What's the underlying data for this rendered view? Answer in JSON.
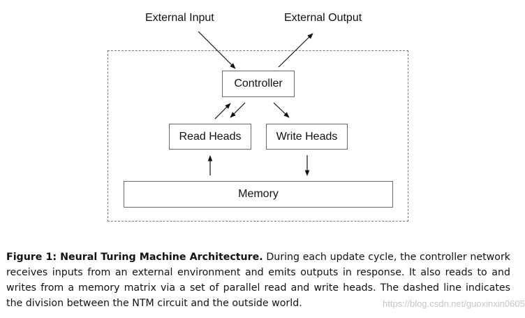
{
  "diagram": {
    "external_input": "External Input",
    "external_output": "External Output",
    "controller": "Controller",
    "read_heads": "Read Heads",
    "write_heads": "Write Heads",
    "memory": "Memory"
  },
  "caption": {
    "label": "Figure 1: Neural Turing Machine Architecture.",
    "text": " During each update cycle, the controller network receives inputs from an external environment and emits outputs in response. It also reads to and writes from a memory matrix via a set of parallel read and write heads. The dashed line indicates the division between the NTM circuit and the outside world."
  },
  "watermark": "https://blog.csdn.net/guoxinxin0605"
}
